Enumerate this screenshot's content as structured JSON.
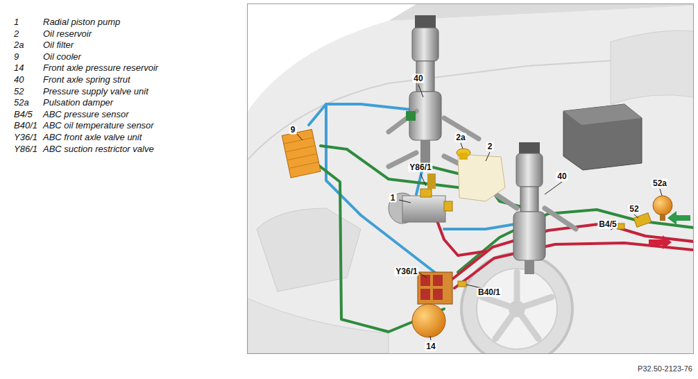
{
  "diagram": {
    "labels": [
      "1",
      "Radial piston pump",
      "2",
      "Oil reservoir",
      "2a",
      "Oil filter",
      "9",
      "Oil cooler",
      "14",
      "Front axle pressure reservoir",
      "40",
      "Front axle spring strut",
      "52",
      "Pressure supply valve unit",
      "52a",
      "Pulsation damper",
      "B4/5",
      "ABC pressure sensor",
      "B40/1",
      "ABC oil temperature sensor",
      "Y36/1",
      "ABC front axle valve unit",
      "Y86/1",
      "ABC suction restrictor valve",
      "40",
      "9",
      "2a",
      "2",
      "Y86/1",
      "40",
      "52a",
      "1",
      "52",
      "B4/5",
      "Y36/1",
      "B40/1",
      "14",
      "P32.50-2123-76"
    ]
  }
}
